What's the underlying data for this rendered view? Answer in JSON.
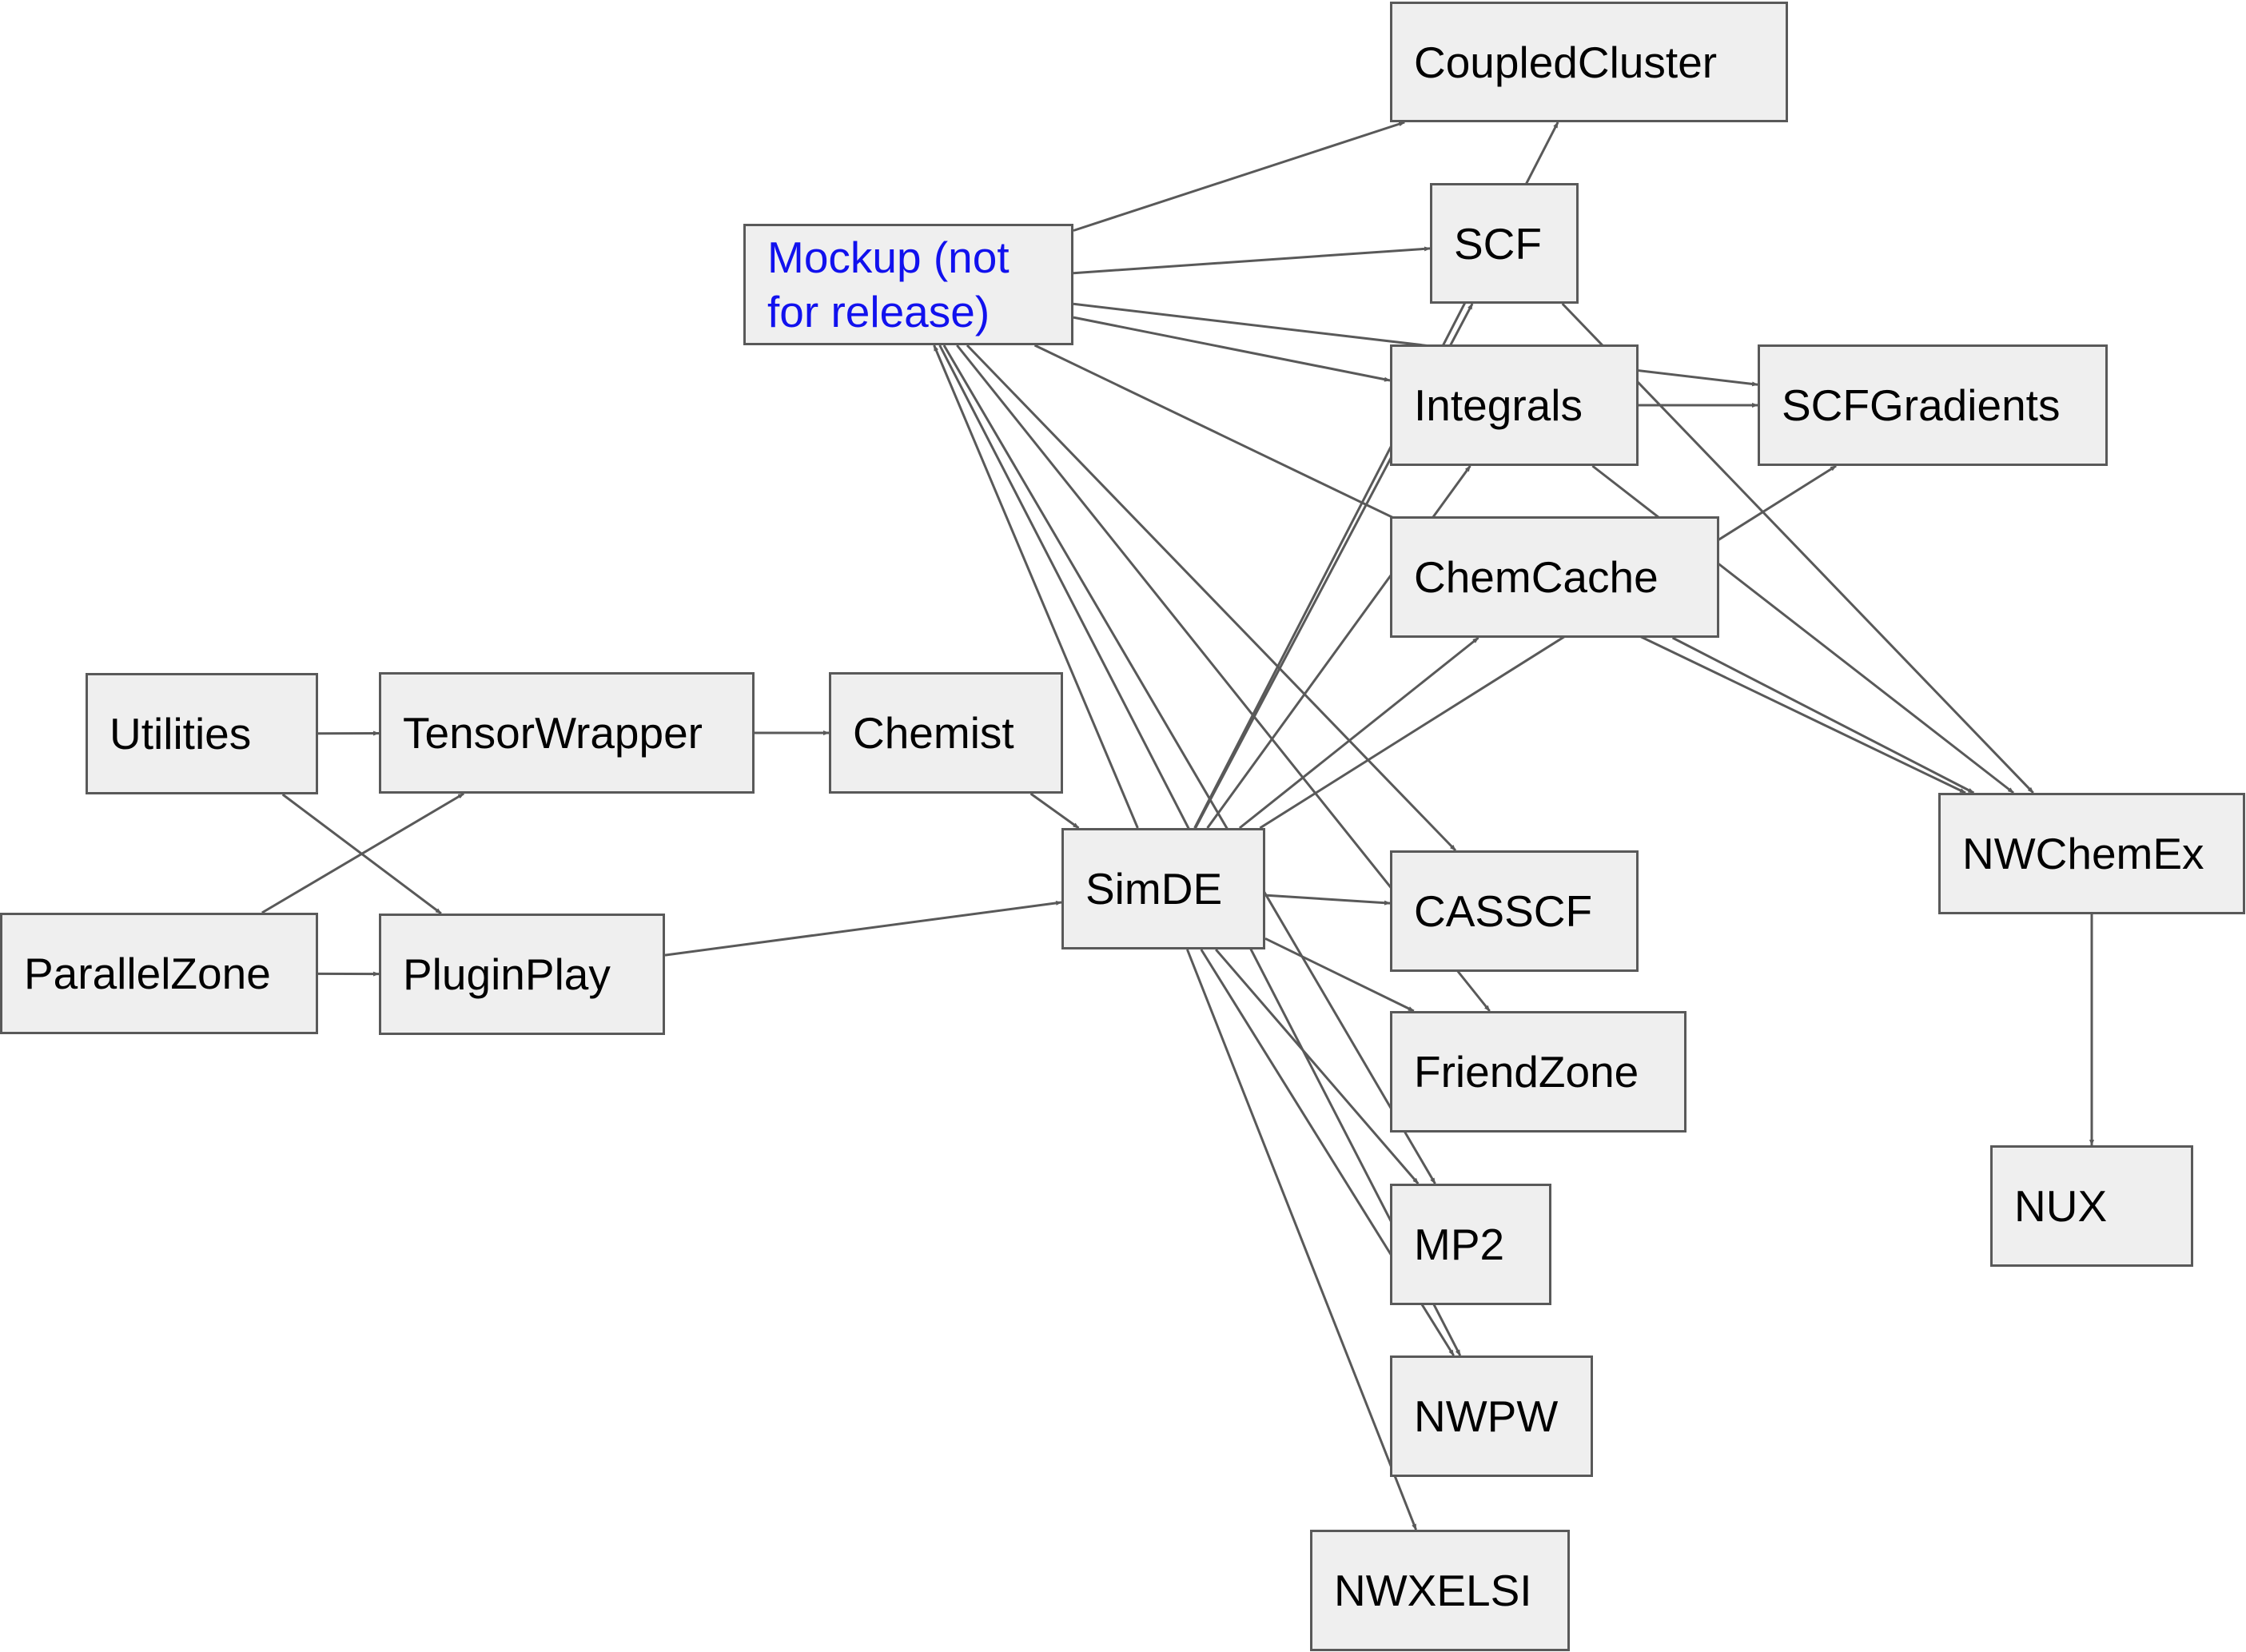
{
  "nodes": {
    "coupled_cluster": {
      "label": "CoupledCluster"
    },
    "scf": {
      "label": "SCF"
    },
    "mockup": {
      "label": "Mockup (not\nfor release)",
      "color": "#1111ee"
    },
    "integrals": {
      "label": "Integrals"
    },
    "scf_gradients": {
      "label": "SCFGradients"
    },
    "chem_cache": {
      "label": "ChemCache"
    },
    "utilities": {
      "label": "Utilities"
    },
    "tensor_wrapper": {
      "label": "TensorWrapper"
    },
    "chemist": {
      "label": "Chemist"
    },
    "nwchemex": {
      "label": "NWChemEx"
    },
    "simde": {
      "label": "SimDE"
    },
    "parallel_zone": {
      "label": "ParallelZone"
    },
    "plugin_play": {
      "label": "PluginPlay"
    },
    "casscf": {
      "label": "CASSCF"
    },
    "friend_zone": {
      "label": "FriendZone"
    },
    "mp2": {
      "label": "MP2"
    },
    "nux": {
      "label": "NUX"
    },
    "nwpw": {
      "label": "NWPW"
    },
    "nwxelsi": {
      "label": "NWXELSI"
    }
  },
  "edges": [
    {
      "from": "utilities",
      "to": "tensor_wrapper"
    },
    {
      "from": "utilities",
      "to": "plugin_play"
    },
    {
      "from": "parallel_zone",
      "to": "tensor_wrapper"
    },
    {
      "from": "parallel_zone",
      "to": "plugin_play"
    },
    {
      "from": "tensor_wrapper",
      "to": "chemist"
    },
    {
      "from": "chemist",
      "to": "simde"
    },
    {
      "from": "plugin_play",
      "to": "simde"
    },
    {
      "from": "simde",
      "to": "mockup"
    },
    {
      "from": "simde",
      "to": "coupled_cluster"
    },
    {
      "from": "simde",
      "to": "scf"
    },
    {
      "from": "simde",
      "to": "integrals"
    },
    {
      "from": "simde",
      "to": "scf_gradients"
    },
    {
      "from": "simde",
      "to": "chem_cache"
    },
    {
      "from": "simde",
      "to": "casscf"
    },
    {
      "from": "simde",
      "to": "friend_zone"
    },
    {
      "from": "simde",
      "to": "mp2"
    },
    {
      "from": "simde",
      "to": "nwpw"
    },
    {
      "from": "simde",
      "to": "nwxelsi"
    },
    {
      "from": "mockup",
      "to": "coupled_cluster"
    },
    {
      "from": "mockup",
      "to": "scf"
    },
    {
      "from": "mockup",
      "to": "integrals"
    },
    {
      "from": "mockup",
      "to": "scf_gradients"
    },
    {
      "from": "mockup",
      "to": "nwchemex"
    },
    {
      "from": "mockup",
      "to": "casscf"
    },
    {
      "from": "mockup",
      "to": "friend_zone"
    },
    {
      "from": "mockup",
      "to": "mp2"
    },
    {
      "from": "mockup",
      "to": "nwpw"
    },
    {
      "from": "integrals",
      "to": "scf_gradients"
    },
    {
      "from": "integrals",
      "to": "nwchemex"
    },
    {
      "from": "scf",
      "to": "nwchemex"
    },
    {
      "from": "chem_cache",
      "to": "nwchemex"
    },
    {
      "from": "nwchemex",
      "to": "nux"
    }
  ],
  "style": {
    "edge_color": "#595959",
    "node_fill": "#efefef",
    "node_border": "#595959"
  }
}
